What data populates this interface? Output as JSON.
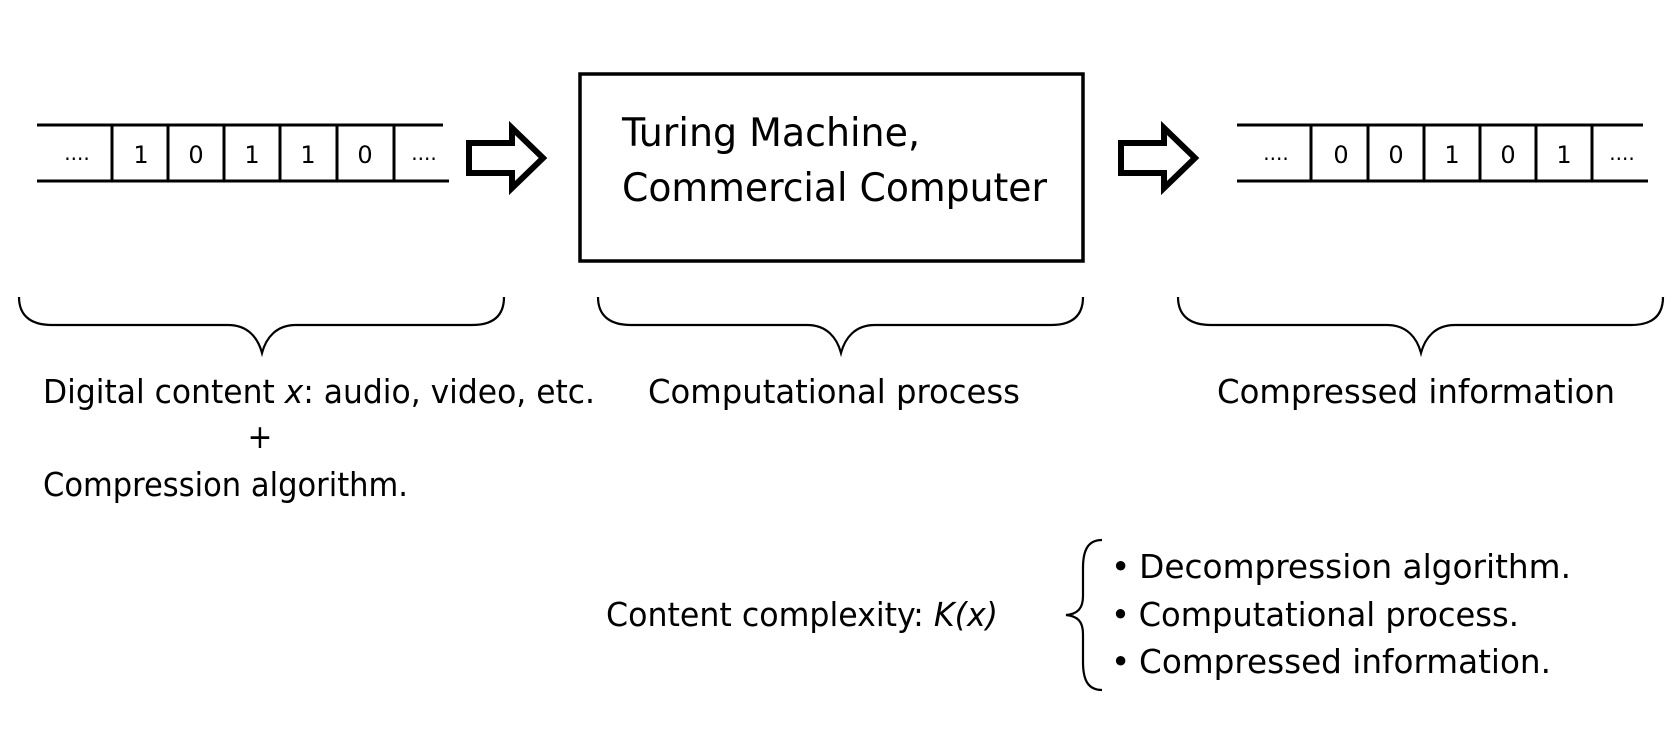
{
  "input_tape": {
    "cells": [
      "....",
      "1",
      "0",
      "1",
      "1",
      "0",
      "...."
    ]
  },
  "processor": {
    "title_line1": "Turing Machine,",
    "title_line2": "Commercial Computer"
  },
  "output_tape": {
    "cells": [
      "....",
      "0",
      "0",
      "1",
      "0",
      "1",
      "...."
    ]
  },
  "labels": {
    "input_line1_pre": "Digital content ",
    "input_line1_var": "x",
    "input_line1_post": ": audio, video, etc.",
    "input_plus": "+",
    "input_line3": "Compression  algorithm.",
    "process": "Computational process",
    "output": "Compressed information"
  },
  "complexity": {
    "label_pre": "Content complexity: ",
    "label_var": "K(x)",
    "items": [
      "Decompression  algorithm.",
      "Computational process.",
      "Compressed information."
    ],
    "bullet": "•"
  }
}
